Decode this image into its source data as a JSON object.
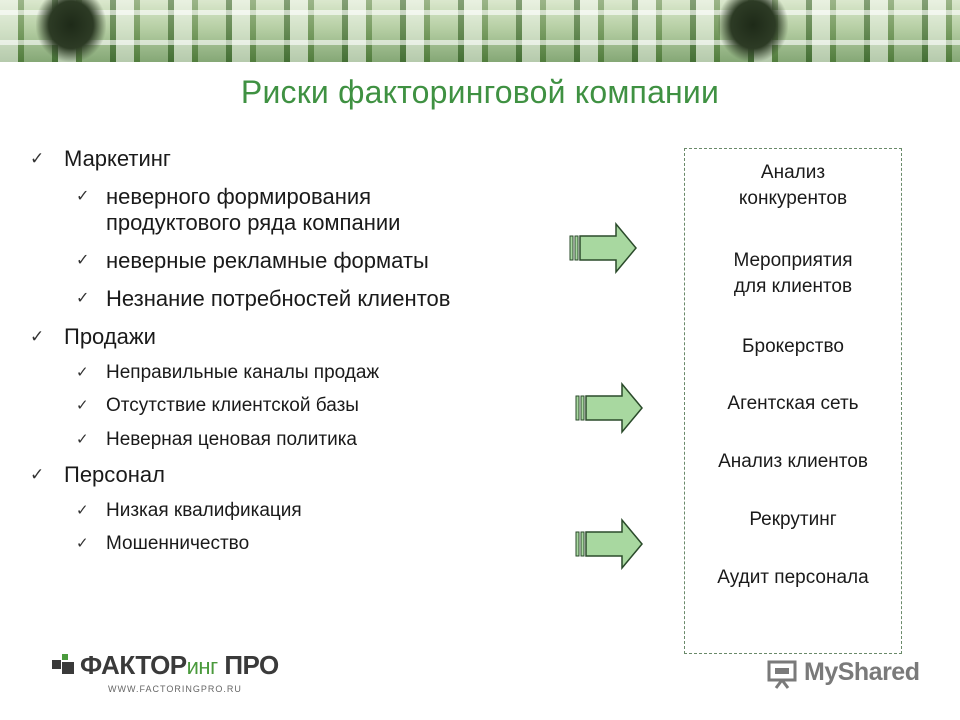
{
  "slide": {
    "title": "Риски факторинговой компании",
    "sections": [
      {
        "label": "Маркетинг",
        "items": [
          "неверного формирования продуктового ряда компании",
          "неверные рекламные форматы",
          "Незнание потребностей клиентов"
        ]
      },
      {
        "label": "Продажи",
        "items": [
          "Неправильные каналы продаж",
          "Отсутствие клиентской базы",
          "Неверная ценовая политика"
        ]
      },
      {
        "label": "Персонал",
        "items": [
          "Низкая квалификация",
          "Мошенничество"
        ]
      }
    ],
    "measures": [
      "Анализ конкурентов",
      "Мероприятия для клиентов",
      "Брокерство",
      "Агентская сеть",
      "Анализ клиентов",
      "Рекрутинг",
      "Аудит персонала"
    ]
  },
  "logo": {
    "name_main": "ФАКТОР",
    "name_script": "инг",
    "name_suffix": "ПРО",
    "url": "WWW.FACTORINGPRO.RU"
  },
  "watermark": {
    "text": "MyShared"
  },
  "colors": {
    "title": "#3f9142",
    "arrow_fill": "#a8d8a0",
    "arrow_stroke": "#2a4a2a"
  },
  "icons": {
    "bullet": "check-icon",
    "connector": "right-arrow-icon"
  }
}
